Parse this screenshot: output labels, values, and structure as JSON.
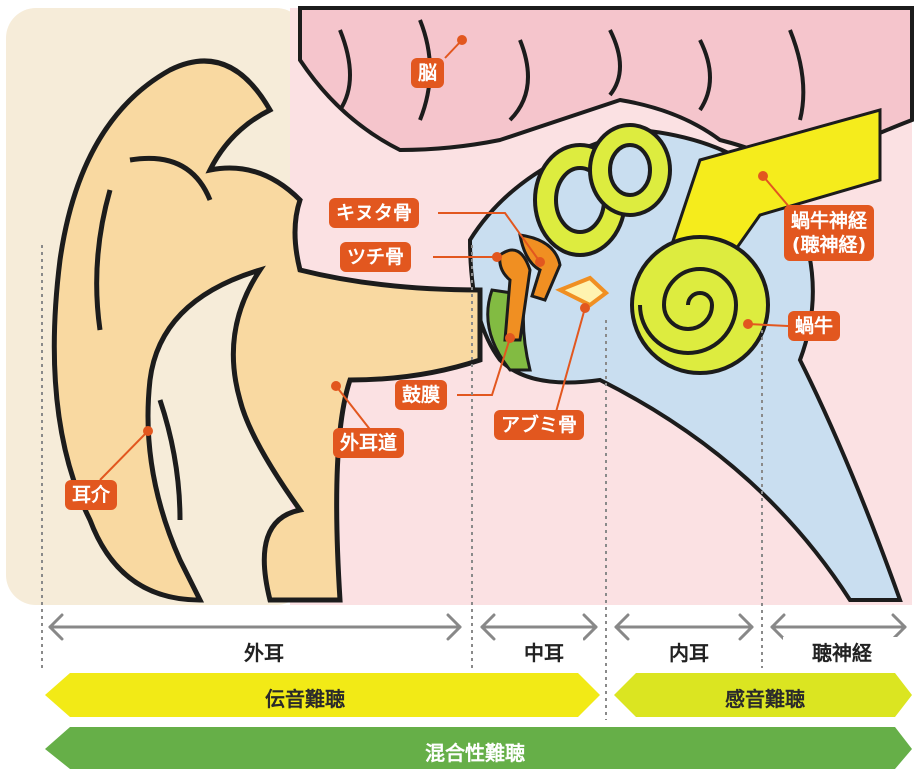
{
  "labels": {
    "brain": "脳",
    "incus": "キヌタ骨",
    "malleus": "ツチ骨",
    "cochlear_nerve": "蝸牛神経",
    "cochlear_nerve_sub": "(聴神経)",
    "cochlea": "蝸牛",
    "eardrum": "鼓膜",
    "ear_canal": "外耳道",
    "stapes": "アブミ骨",
    "auricle": "耳介"
  },
  "regions": {
    "outer_ear": "外耳",
    "middle_ear": "中耳",
    "inner_ear": "内耳",
    "auditory_nerve": "聴神経"
  },
  "bands": {
    "conductive": "伝音難聴",
    "sensorineural": "感音難聴",
    "mixed": "混合性難聴"
  },
  "colors": {
    "label_bg": "#e2571f",
    "skin": "#f9d9a1",
    "background_panel": "#f6ecd9",
    "brain": "#f5c5cc",
    "bone_fluid": "#c9def0",
    "cochlea": "#ddec3f",
    "nerve": "#f5ec1c",
    "ossicle": "#f08f22",
    "eardrum": "#82bb42",
    "conductive_band": "#f2ea16",
    "sensorineural_band": "#dbe521",
    "mixed_band": "#66af48"
  }
}
